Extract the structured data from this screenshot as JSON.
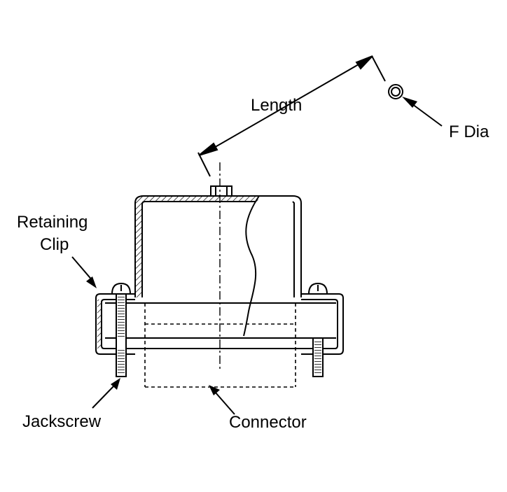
{
  "labels": {
    "length": "Length",
    "f_dia": "F Dia",
    "retaining_clip_line1": "Retaining",
    "retaining_clip_line2": "Clip",
    "jackscrew": "Jackscrew",
    "connector": "Connector"
  },
  "colors": {
    "line": "#000000",
    "background": "#ffffff"
  }
}
